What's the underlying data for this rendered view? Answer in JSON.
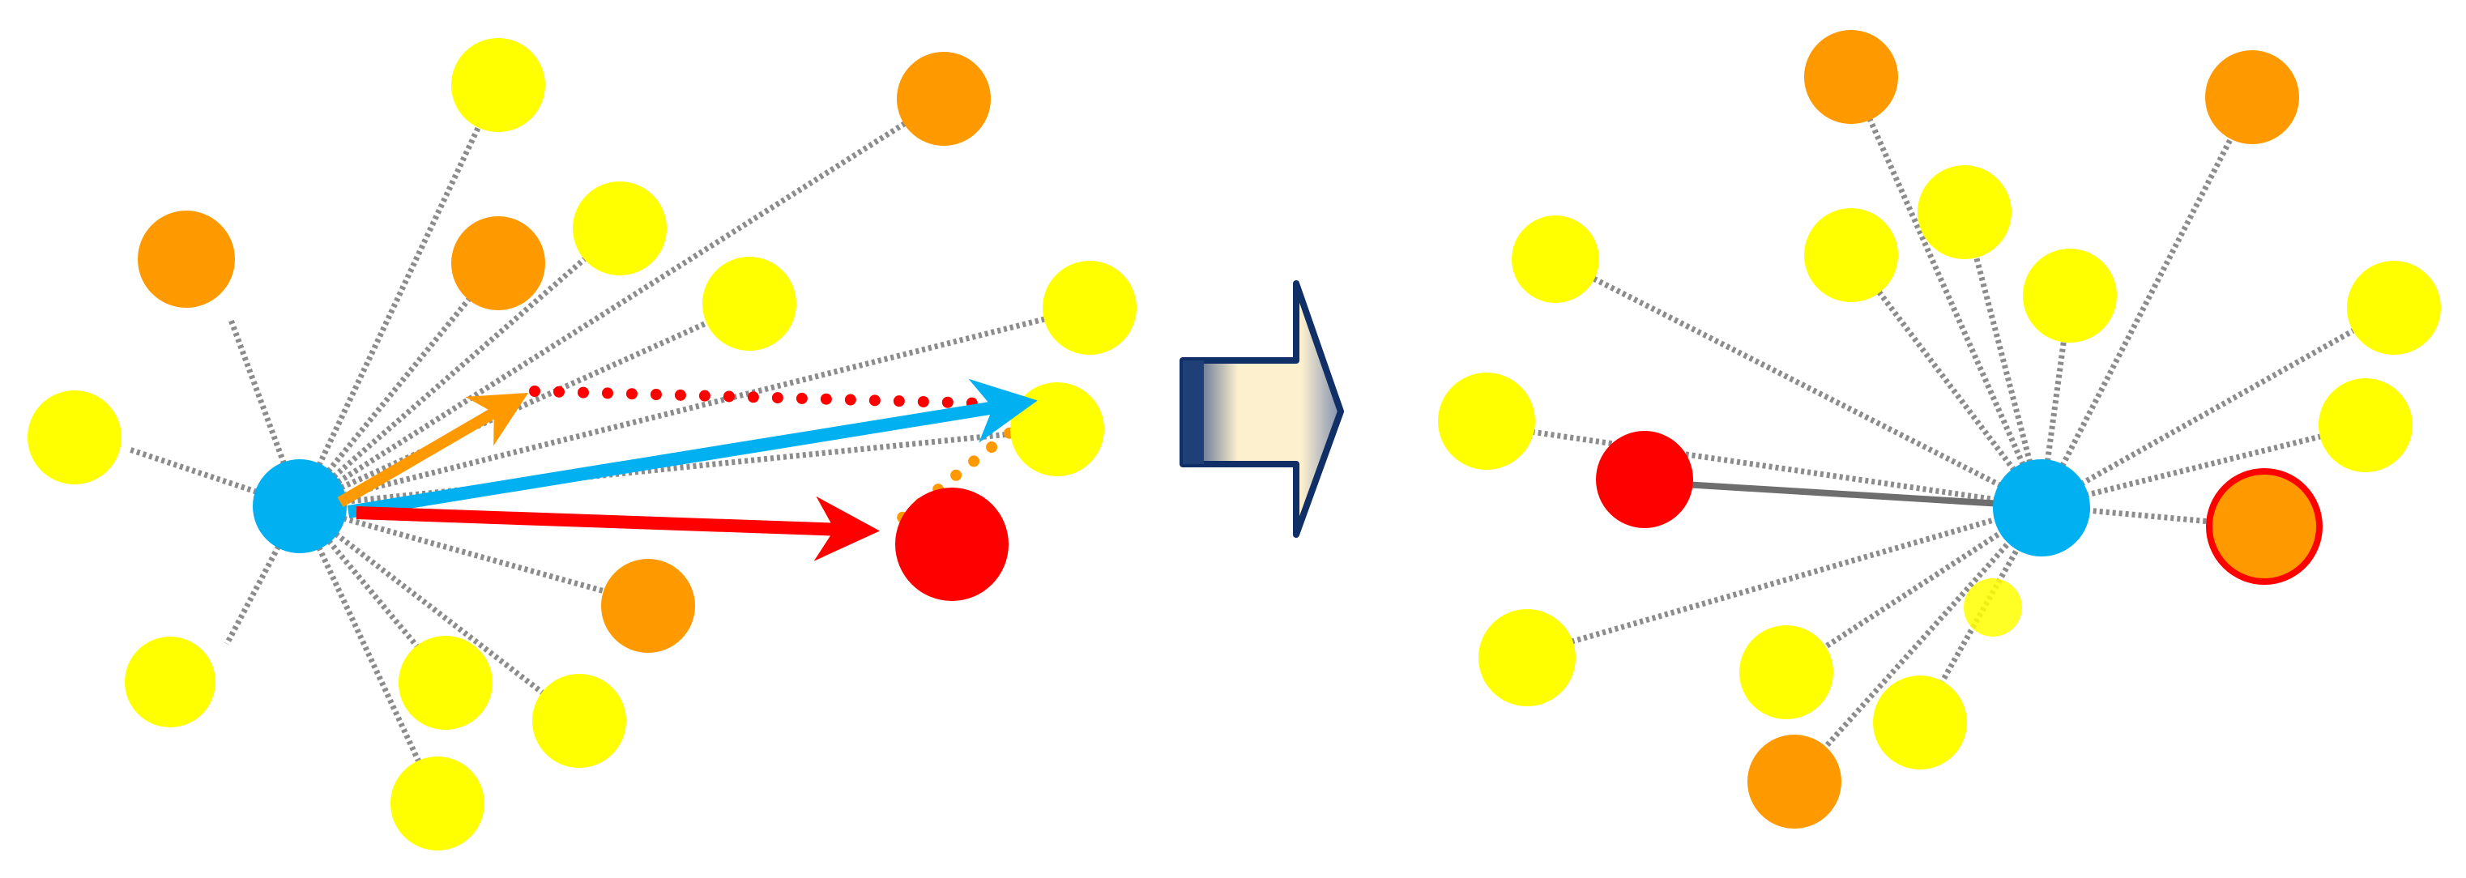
{
  "colors": {
    "background": "#ffffff",
    "center_node": "#00b0f0",
    "neighbor_yellow": "#ffff00",
    "neighbor_orange": "#ff9900",
    "target_red": "#ff0000",
    "edge_dotted_gray": "#8c8c8c",
    "edge_solid_gray": "#6e6e6e",
    "arrow_orange": "#ff9900",
    "arrow_blue": "#00b0f0",
    "arrow_red": "#ff0000",
    "transition_arrow_fill_light": "#fdf0cf",
    "transition_arrow_fill_dark": "#1f3f77",
    "transition_arrow_stroke": "#0f2f66",
    "highlight_ring": "#ff0000"
  },
  "panels": {
    "before": {
      "center_node": "center",
      "neighbors": [
        {
          "id": "b1",
          "color": "yellow"
        },
        {
          "id": "b2",
          "color": "orange"
        },
        {
          "id": "b3",
          "color": "orange"
        },
        {
          "id": "b4",
          "color": "yellow"
        },
        {
          "id": "b5",
          "color": "orange"
        },
        {
          "id": "b6",
          "color": "yellow"
        },
        {
          "id": "b7",
          "color": "yellow"
        },
        {
          "id": "b8",
          "color": "yellow"
        },
        {
          "id": "b9",
          "color": "yellow"
        },
        {
          "id": "b10",
          "color": "orange"
        },
        {
          "id": "b11",
          "color": "yellow"
        },
        {
          "id": "b12",
          "color": "yellow"
        },
        {
          "id": "b13",
          "color": "yellow"
        },
        {
          "id": "b14",
          "color": "yellow"
        },
        {
          "id": "b15",
          "color": "yellow"
        }
      ],
      "target_node": "red",
      "translation_vectors": [
        {
          "id": "vector-orange",
          "color": "orange"
        },
        {
          "id": "vector-blue",
          "color": "blue"
        },
        {
          "id": "vector-red",
          "color": "red"
        }
      ]
    },
    "after": {
      "center_node": "center",
      "neighbors": [
        {
          "id": "a1",
          "color": "orange"
        },
        {
          "id": "a2",
          "color": "orange"
        },
        {
          "id": "a3",
          "color": "yellow"
        },
        {
          "id": "a4",
          "color": "yellow"
        },
        {
          "id": "a5",
          "color": "yellow"
        },
        {
          "id": "a6",
          "color": "yellow"
        },
        {
          "id": "a7",
          "color": "yellow"
        },
        {
          "id": "a8",
          "color": "yellow"
        },
        {
          "id": "a9",
          "color": "yellow"
        },
        {
          "id": "a10",
          "color": "yellow"
        },
        {
          "id": "a11",
          "color": "yellow"
        },
        {
          "id": "a12",
          "color": "yellow"
        },
        {
          "id": "a13",
          "color": "orange"
        },
        {
          "id": "a14",
          "color": "yellow"
        }
      ],
      "target_node": "red",
      "highlighted_node": "orange-ring-red"
    }
  },
  "icons": {
    "transition_arrow": "right-arrow-icon"
  }
}
